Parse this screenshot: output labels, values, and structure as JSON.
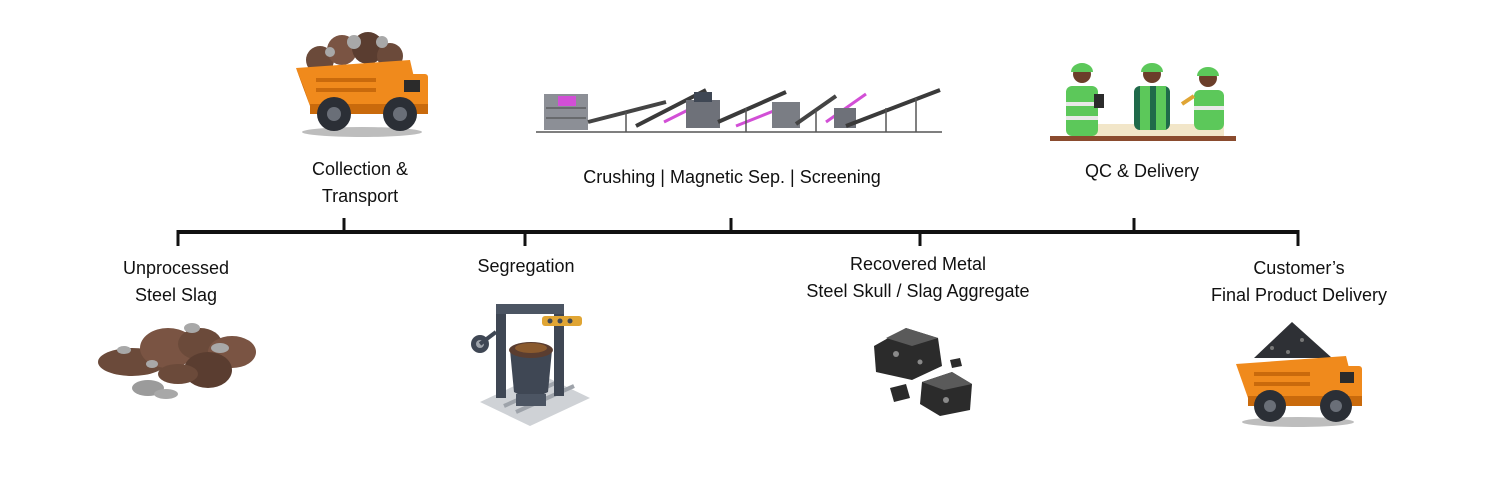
{
  "diagram": {
    "type": "process-timeline",
    "line_color": "#111111",
    "upper_steps": [
      {
        "id": "collection",
        "lines": [
          "Collection &",
          "Transport"
        ],
        "icon": "dump-truck-icon"
      },
      {
        "id": "processing",
        "lines": [
          "Crushing | Magnetic Sep. | Screening"
        ],
        "icon": "processing-plant-icon"
      },
      {
        "id": "qc",
        "lines": [
          "QC & Delivery"
        ],
        "icon": "inspection-workers-icon"
      }
    ],
    "lower_steps": [
      {
        "id": "unprocessed",
        "lines": [
          "Unprocessed",
          "Steel Slag"
        ],
        "icon": "slag-pile-icon"
      },
      {
        "id": "segregation",
        "lines": [
          "Segregation"
        ],
        "icon": "ladle-furnace-icon"
      },
      {
        "id": "recovered",
        "lines": [
          "Recovered Metal",
          "Steel Skull / Slag Aggregate"
        ],
        "icon": "metal-chunks-icon"
      },
      {
        "id": "customer",
        "lines": [
          "Customer’s",
          "Final Product Delivery"
        ],
        "icon": "delivery-truck-icon"
      }
    ],
    "colors": {
      "truck": "#f08a1c",
      "truck_dark": "#c96a0c",
      "rock": "#6b4a3a",
      "rock_light": "#9b9b9b",
      "plant_accent": "#d24fd6",
      "vest": "#5cc85a",
      "machine": "#3f4754",
      "gold": "#e0a534",
      "metal": "#2b2b2b"
    }
  }
}
